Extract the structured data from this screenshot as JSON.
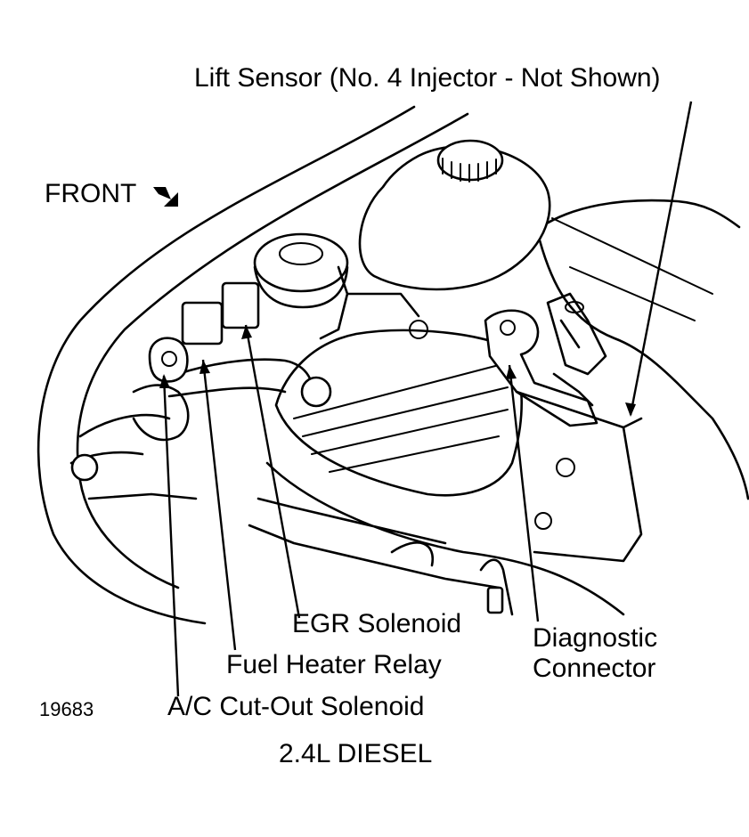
{
  "labels": {
    "lift_sensor": "Lift Sensor (No. 4 Injector - Not Shown)",
    "front": "FRONT",
    "egr_solenoid": "EGR Solenoid",
    "fuel_heater_relay": "Fuel Heater Relay",
    "ac_cutout_solenoid": "A/C Cut-Out Solenoid",
    "diagnostic_connector_line1": "Diagnostic",
    "diagnostic_connector_line2": "Connector",
    "figure_number": "19683",
    "engine_caption": "2.4L DIESEL"
  },
  "icons": {
    "front_arrow": "arrow-down-right-icon"
  },
  "colors": {
    "ink": "#000000",
    "paper": "#ffffff"
  }
}
